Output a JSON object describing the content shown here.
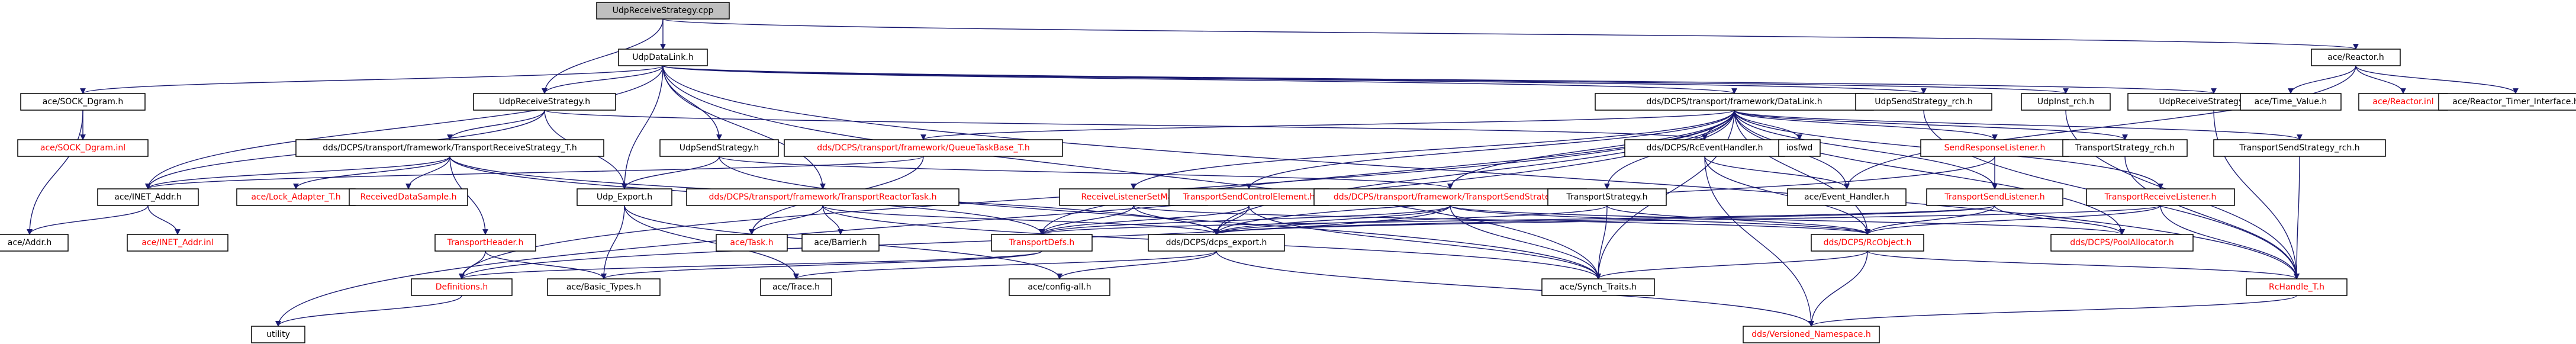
{
  "colors": {
    "edge_default": "#191970",
    "edge_dark": "#404040",
    "text_default": "#000000",
    "text_missing": "#ff0000",
    "root_fill": "#bfbfbf",
    "node_fill": "#ffffff"
  },
  "nodes": [
    {
      "id": "root",
      "label": "UdpReceiveStrategy.cpp",
      "style": "root"
    },
    {
      "id": "udpdatalink",
      "label": "UdpDataLink.h",
      "style": "normal"
    },
    {
      "id": "reactor",
      "label": "ace/Reactor.h",
      "style": "normal"
    },
    {
      "id": "sockdgram",
      "label": "ace/SOCK_Dgram.h",
      "style": "normal"
    },
    {
      "id": "udprecvh",
      "label": "UdpReceiveStrategy.h",
      "style": "normal"
    },
    {
      "id": "datalink",
      "label": "dds/DCPS/transport/framework/DataLink.h",
      "style": "normal"
    },
    {
      "id": "udpsendrch",
      "label": "UdpSendStrategy_rch.h",
      "style": "normal"
    },
    {
      "id": "udpinstrch",
      "label": "UdpInst_rch.h",
      "style": "normal"
    },
    {
      "id": "udprecvrch",
      "label": "UdpReceiveStrategy_rch.h",
      "style": "normal"
    },
    {
      "id": "timevalue",
      "label": "ace/Time_Value.h",
      "style": "normal"
    },
    {
      "id": "reactorinl",
      "label": "ace/Reactor.inl",
      "style": "missing"
    },
    {
      "id": "reactortimer",
      "label": "ace/Reactor_Timer_Interface.h",
      "style": "normal"
    },
    {
      "id": "sockdgraminl",
      "label": "ace/SOCK_Dgram.inl",
      "style": "missing"
    },
    {
      "id": "transrecvstrat",
      "label": "dds/DCPS/transport/framework/TransportReceiveStrategy_T.h",
      "style": "normal"
    },
    {
      "id": "udpsendstrat",
      "label": "UdpSendStrategy.h",
      "style": "normal"
    },
    {
      "id": "queuetaskbase",
      "label": "dds/DCPS/transport/framework/QueueTaskBase_T.h",
      "style": "missing"
    },
    {
      "id": "rceventhandler",
      "label": "dds/DCPS/RcEventHandler.h",
      "style": "normal"
    },
    {
      "id": "iosfwd",
      "label": "iosfwd",
      "style": "normal"
    },
    {
      "id": "sendresplistener",
      "label": "SendResponseListener.h",
      "style": "missing"
    },
    {
      "id": "transstratrch",
      "label": "TransportStrategy_rch.h",
      "style": "normal"
    },
    {
      "id": "transsendstratrch",
      "label": "TransportSendStrategy_rch.h",
      "style": "normal"
    },
    {
      "id": "inetaddr",
      "label": "ace/INET_Addr.h",
      "style": "normal"
    },
    {
      "id": "locklock",
      "label": "ace/Lock_Adapter_T.h",
      "style": "missing"
    },
    {
      "id": "recvdsample",
      "label": "ReceivedDataSample.h",
      "style": "missing"
    },
    {
      "id": "udpexport",
      "label": "Udp_Export.h",
      "style": "normal"
    },
    {
      "id": "recvlistenerset",
      "label": "ReceiveListenerSetMap.h",
      "style": "missing"
    },
    {
      "id": "transreactortask",
      "label": "dds/DCPS/transport/framework/TransportReactorTask.h",
      "style": "missing"
    },
    {
      "id": "transsendcontrol",
      "label": "TransportSendControlElement.h",
      "style": "missing"
    },
    {
      "id": "transsendstrat",
      "label": "dds/DCPS/transport/framework/TransportSendStrategy.h",
      "style": "missing"
    },
    {
      "id": "transstrat",
      "label": "TransportStrategy.h",
      "style": "normal"
    },
    {
      "id": "eventhandler",
      "label": "ace/Event_Handler.h",
      "style": "normal"
    },
    {
      "id": "transsendlistener",
      "label": "TransportSendListener.h",
      "style": "missing"
    },
    {
      "id": "transrecvlistener",
      "label": "TransportReceiveListener.h",
      "style": "missing"
    },
    {
      "id": "addr",
      "label": "ace/Addr.h",
      "style": "normal"
    },
    {
      "id": "inetaddrinl",
      "label": "ace/INET_Addr.inl",
      "style": "missing"
    },
    {
      "id": "transheader",
      "label": "TransportHeader.h",
      "style": "missing"
    },
    {
      "id": "task",
      "label": "ace/Task.h",
      "style": "missing"
    },
    {
      "id": "barrier",
      "label": "ace/Barrier.h",
      "style": "normal"
    },
    {
      "id": "transdefs",
      "label": "TransportDefs.h",
      "style": "missing"
    },
    {
      "id": "dcpsexport",
      "label": "dds/DCPS/dcps_export.h",
      "style": "normal"
    },
    {
      "id": "rcobject",
      "label": "dds/DCPS/RcObject.h",
      "style": "missing"
    },
    {
      "id": "poolallocator",
      "label": "dds/DCPS/PoolAllocator.h",
      "style": "missing"
    },
    {
      "id": "rchandle",
      "label": "RcHandle_T.h",
      "style": "missing"
    },
    {
      "id": "definitions",
      "label": "Definitions.h",
      "style": "missing"
    },
    {
      "id": "basictypes",
      "label": "ace/Basic_Types.h",
      "style": "normal"
    },
    {
      "id": "trace",
      "label": "ace/Trace.h",
      "style": "normal"
    },
    {
      "id": "configall",
      "label": "ace/config-all.h",
      "style": "normal"
    },
    {
      "id": "synchtraits",
      "label": "ace/Synch_Traits.h",
      "style": "normal"
    },
    {
      "id": "utility",
      "label": "utility",
      "style": "normal"
    },
    {
      "id": "versionedns",
      "label": "dds/Versioned_Namespace.h",
      "style": "missing"
    }
  ],
  "edges": [
    [
      "root",
      "udpdatalink"
    ],
    [
      "root",
      "reactor"
    ],
    [
      "root",
      "udprecvh"
    ],
    [
      "udpdatalink",
      "sockdgram"
    ],
    [
      "udpdatalink",
      "udprecvh"
    ],
    [
      "udpdatalink",
      "datalink"
    ],
    [
      "udpdatalink",
      "udpsendrch"
    ],
    [
      "udpdatalink",
      "udpinstrch"
    ],
    [
      "udpdatalink",
      "udprecvrch"
    ],
    [
      "udpdatalink",
      "udpsendstrat"
    ],
    [
      "udpdatalink",
      "udpexport"
    ],
    [
      "udpdatalink",
      "transreactortask"
    ],
    [
      "udpdatalink",
      "synchtraits"
    ],
    [
      "udpdatalink",
      "inetaddr"
    ],
    [
      "udpdatalink",
      "rchandle"
    ],
    [
      "reactor",
      "timevalue"
    ],
    [
      "reactor",
      "reactorinl"
    ],
    [
      "reactor",
      "reactortimer"
    ],
    [
      "reactor",
      "eventhandler"
    ],
    [
      "sockdgram",
      "sockdgraminl"
    ],
    [
      "sockdgram",
      "addr"
    ],
    [
      "udprecvh",
      "transrecvstrat"
    ],
    [
      "udprecvh",
      "udpexport"
    ],
    [
      "udprecvh",
      "inetaddr"
    ],
    [
      "udprecvh",
      "rceventhandler"
    ],
    [
      "datalink",
      "queuetaskbase"
    ],
    [
      "datalink",
      "rceventhandler"
    ],
    [
      "datalink",
      "iosfwd"
    ],
    [
      "datalink",
      "sendresplistener"
    ],
    [
      "datalink",
      "transstratrch"
    ],
    [
      "datalink",
      "transsendstratrch"
    ],
    [
      "datalink",
      "recvlistenerset"
    ],
    [
      "datalink",
      "transsendcontrol"
    ],
    [
      "datalink",
      "transsendstrat"
    ],
    [
      "datalink",
      "transstrat"
    ],
    [
      "datalink",
      "eventhandler"
    ],
    [
      "datalink",
      "transsendlistener"
    ],
    [
      "datalink",
      "transrecvlistener"
    ],
    [
      "datalink",
      "dcpsexport"
    ],
    [
      "datalink",
      "rcobject"
    ],
    [
      "datalink",
      "poolallocator"
    ],
    [
      "datalink",
      "definitions"
    ],
    [
      "datalink",
      "utility"
    ],
    [
      "datalink",
      "synchtraits"
    ],
    [
      "datalink",
      "transdefs"
    ],
    [
      "udpsendrch",
      "rchandle"
    ],
    [
      "udpinstrch",
      "rchandle"
    ],
    [
      "udprecvrch",
      "rchandle"
    ],
    [
      "transrecvstrat",
      "locklock"
    ],
    [
      "transrecvstrat",
      "recvdsample"
    ],
    [
      "transrecvstrat",
      "transheader"
    ],
    [
      "transrecvstrat",
      "inetaddr"
    ],
    [
      "transrecvstrat",
      "transdefs"
    ],
    [
      "transrecvstrat",
      "dcpsexport"
    ],
    [
      "udpsendstrat",
      "udpexport"
    ],
    [
      "udpsendstrat",
      "transsendstrat"
    ],
    [
      "udpsendstrat",
      "synchtraits"
    ],
    [
      "queuetaskbase",
      "task"
    ],
    [
      "queuetaskbase",
      "inetaddr"
    ],
    [
      "rceventhandler",
      "eventhandler"
    ],
    [
      "rceventhandler",
      "rcobject"
    ],
    [
      "rceventhandler",
      "versionedns"
    ],
    [
      "sendresplistener",
      "transsendlistener"
    ],
    [
      "sendresplistener",
      "dcpsexport"
    ],
    [
      "transstratrch",
      "rchandle"
    ],
    [
      "transsendstratrch",
      "rchandle"
    ],
    [
      "inetaddr",
      "addr"
    ],
    [
      "inetaddr",
      "inetaddrinl"
    ],
    [
      "udpexport",
      "trace"
    ],
    [
      "udpexport",
      "configall"
    ],
    [
      "udpexport",
      "basictypes"
    ],
    [
      "recvlistenerset",
      "transdefs"
    ],
    [
      "recvlistenerset",
      "dcpsexport"
    ],
    [
      "recvlistenerset",
      "rcobject"
    ],
    [
      "transreactortask",
      "task"
    ],
    [
      "transreactortask",
      "barrier"
    ],
    [
      "transreactortask",
      "dcpsexport"
    ],
    [
      "transreactortask",
      "synchtraits"
    ],
    [
      "transsendcontrol",
      "transdefs"
    ],
    [
      "transsendcontrol",
      "dcpsexport"
    ],
    [
      "transsendcontrol",
      "synchtraits"
    ],
    [
      "transsendstrat",
      "transdefs"
    ],
    [
      "transsendstrat",
      "dcpsexport"
    ],
    [
      "transsendstrat",
      "rcobject"
    ],
    [
      "transsendstrat",
      "poolallocator"
    ],
    [
      "transsendstrat",
      "synchtraits"
    ],
    [
      "transsendstrat",
      "definitions"
    ],
    [
      "transstrat",
      "dcpsexport"
    ],
    [
      "transstrat",
      "rcobject"
    ],
    [
      "transstrat",
      "synchtraits"
    ],
    [
      "transsendlistener",
      "transdefs"
    ],
    [
      "transsendlistener",
      "dcpsexport"
    ],
    [
      "transsendlistener",
      "rcobject"
    ],
    [
      "transsendlistener",
      "poolallocator"
    ],
    [
      "transrecvlistener",
      "dcpsexport"
    ],
    [
      "transrecvlistener",
      "rcobject"
    ],
    [
      "transrecvlistener",
      "rchandle"
    ],
    [
      "transheader",
      "definitions"
    ],
    [
      "transheader",
      "basictypes"
    ],
    [
      "transdefs",
      "definitions"
    ],
    [
      "transdefs",
      "basictypes"
    ],
    [
      "dcpsexport",
      "trace"
    ],
    [
      "dcpsexport",
      "configall"
    ],
    [
      "dcpsexport",
      "versionedns"
    ],
    [
      "rcobject",
      "versionedns"
    ],
    [
      "rcobject",
      "rchandle"
    ],
    [
      "rcobject",
      "synchtraits"
    ],
    [
      "rchandle",
      "versionedns"
    ],
    [
      "definitions",
      "utility"
    ]
  ]
}
